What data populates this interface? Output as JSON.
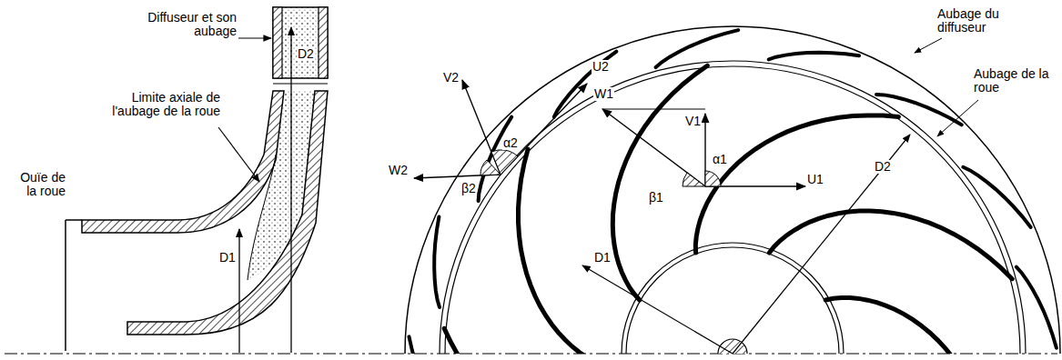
{
  "diagram": {
    "labels": [
      "Diffuseur et son aubage",
      "Limite axiale de l'aubage de la roue",
      "Ouïe de la roue",
      "D1",
      "D2",
      "V2",
      "U2",
      "α2",
      "W1",
      "V1",
      "α1",
      "U1",
      "W2",
      "β2",
      "β1",
      "D1",
      "D2",
      "Aubage du diffuseur",
      "Aubage de la roue"
    ]
  }
}
